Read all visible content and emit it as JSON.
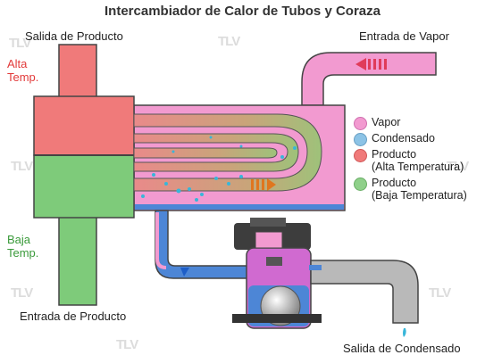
{
  "title": "Intercambiador de Calor de Tubos y Coraza",
  "labels": {
    "product_out": "Salida de Producto",
    "steam_in": "Entrada de Vapor",
    "hot_line1": "Alta",
    "hot_line2": "Temp.",
    "cold_line1": "Baja",
    "cold_line2": "Temp.",
    "product_in": "Entrada de Producto",
    "condensate_out": "Salida de Condensado"
  },
  "legend": [
    {
      "label": "Vapor",
      "color": "#f29ad0"
    },
    {
      "label": "Condensado",
      "color": "#8cc3e6"
    },
    {
      "label": "Producto",
      "label2": "(Alta Temperatura)",
      "color": "#f07a7a"
    },
    {
      "label": "Producto",
      "label2": "(Baja Temperatura)",
      "color": "#8fd08a"
    }
  ],
  "watermark": "TLV",
  "colors": {
    "steam": "#f29ad0",
    "condensate": "#4d86d6",
    "product_hot": "#f07a7a",
    "product_cold": "#7ecb7a",
    "trap_body": "#d06ad0"
  }
}
